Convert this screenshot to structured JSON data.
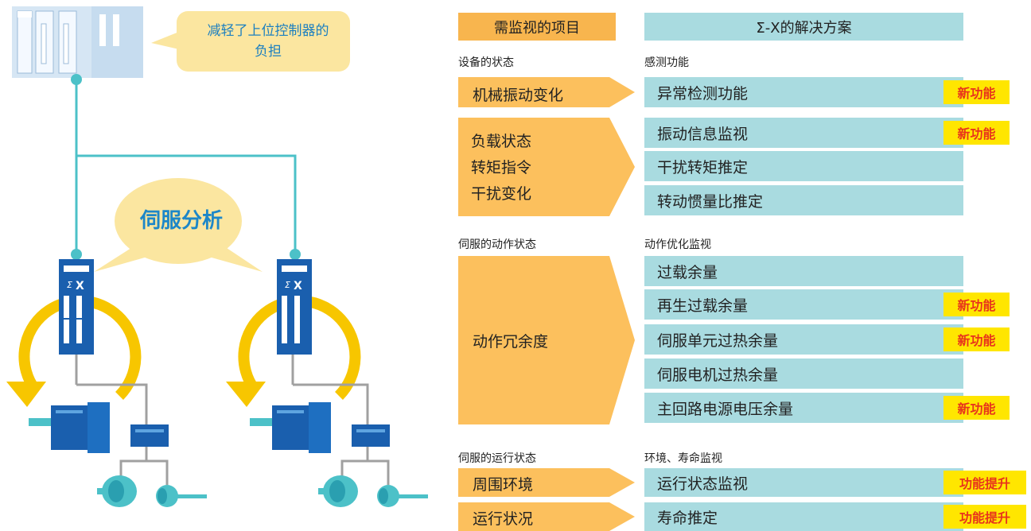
{
  "bubble_top": "减轻了上位控制器的\n负担",
  "bubble_top_line1": "减轻了上位控制器的",
  "bubble_top_line2": "负担",
  "bubble_center": "伺服分析",
  "servo_logo": "Σ-X",
  "headers": {
    "left": "需监视的项目",
    "right": "Σ-X的解决方案"
  },
  "sections": [
    {
      "left": "设备的状态",
      "right": "感测功能"
    },
    {
      "left": "伺服的动作状态",
      "right": "动作优化监视"
    },
    {
      "left": "伺服的运行状态",
      "right": "环境、寿命监视"
    }
  ],
  "left_items": {
    "vibration": "机械振动变化",
    "load_lines": [
      "负载状态",
      "转矩指令",
      "干扰变化"
    ],
    "redundancy": "动作冗余度",
    "environment": "周围环境",
    "operation": "运行状况"
  },
  "right_items": [
    {
      "label": "异常检测功能",
      "badge": "新功能"
    },
    {
      "label": "振动信息监视",
      "badge": "新功能"
    },
    {
      "label": "干扰转矩推定",
      "badge": ""
    },
    {
      "label": "转动惯量比推定",
      "badge": ""
    },
    {
      "label": "过载余量",
      "badge": ""
    },
    {
      "label": "再生过载余量",
      "badge": "新功能"
    },
    {
      "label": "伺服单元过热余量",
      "badge": "新功能"
    },
    {
      "label": "伺服电机过热余量",
      "badge": ""
    },
    {
      "label": "主回路电源电压余量",
      "badge": "新功能"
    },
    {
      "label": "运行状态监视",
      "badge": "功能提升"
    },
    {
      "label": "寿命推定",
      "badge": "功能提升"
    }
  ],
  "colors": {
    "orange_header": "#f8b54e",
    "orange_box": "#fcc05d",
    "teal_box": "#a9dbe0",
    "badge_bg": "#ffe600",
    "badge_text": "#e8341c",
    "servo_blue": "#1a5fae",
    "cable_teal": "#4cc1c8",
    "rotation_yellow": "#f7c600"
  }
}
